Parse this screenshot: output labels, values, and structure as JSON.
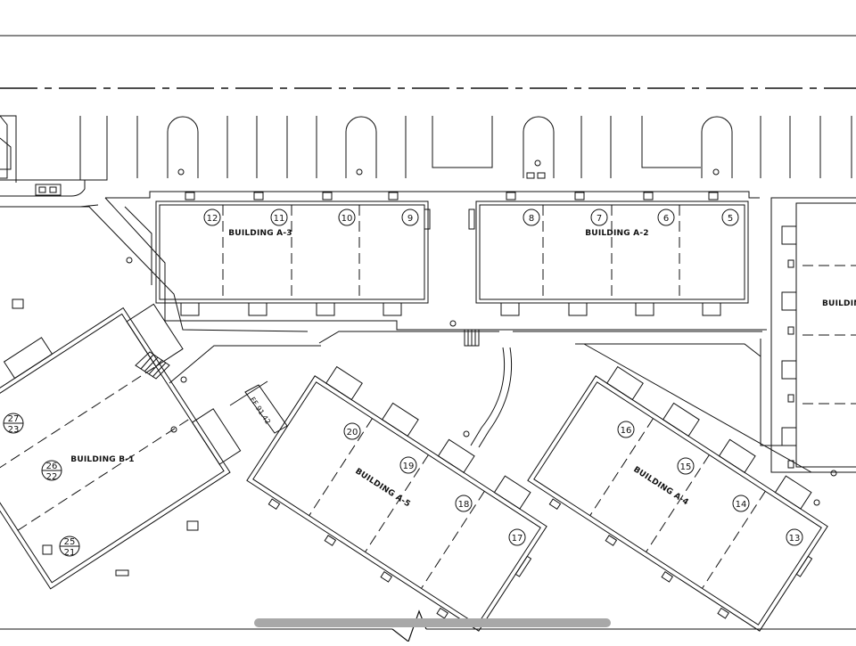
{
  "buildings": {
    "a3": {
      "label": "BUILDING A-3",
      "units": [
        "12",
        "11",
        "10",
        "9"
      ]
    },
    "a2": {
      "label": "BUILDING A-2",
      "units": [
        "8",
        "7",
        "6",
        "5"
      ]
    },
    "right": {
      "label": "BUILDIN"
    },
    "b1": {
      "label": "BUILDING B-1",
      "units": [
        [
          "27",
          "23"
        ],
        [
          "26",
          "22"
        ],
        [
          "25",
          "21"
        ]
      ]
    },
    "a5": {
      "label": "BUILDING A-5",
      "units": [
        "20",
        "19",
        "18",
        "17"
      ]
    },
    "a4": {
      "label": "BUILDING A-4",
      "units": [
        "16",
        "15",
        "14",
        "13"
      ]
    }
  },
  "annotations": {
    "ff": "FF 91.42"
  },
  "viewer": {
    "scrollbar": "horizontal-scrollbar"
  }
}
